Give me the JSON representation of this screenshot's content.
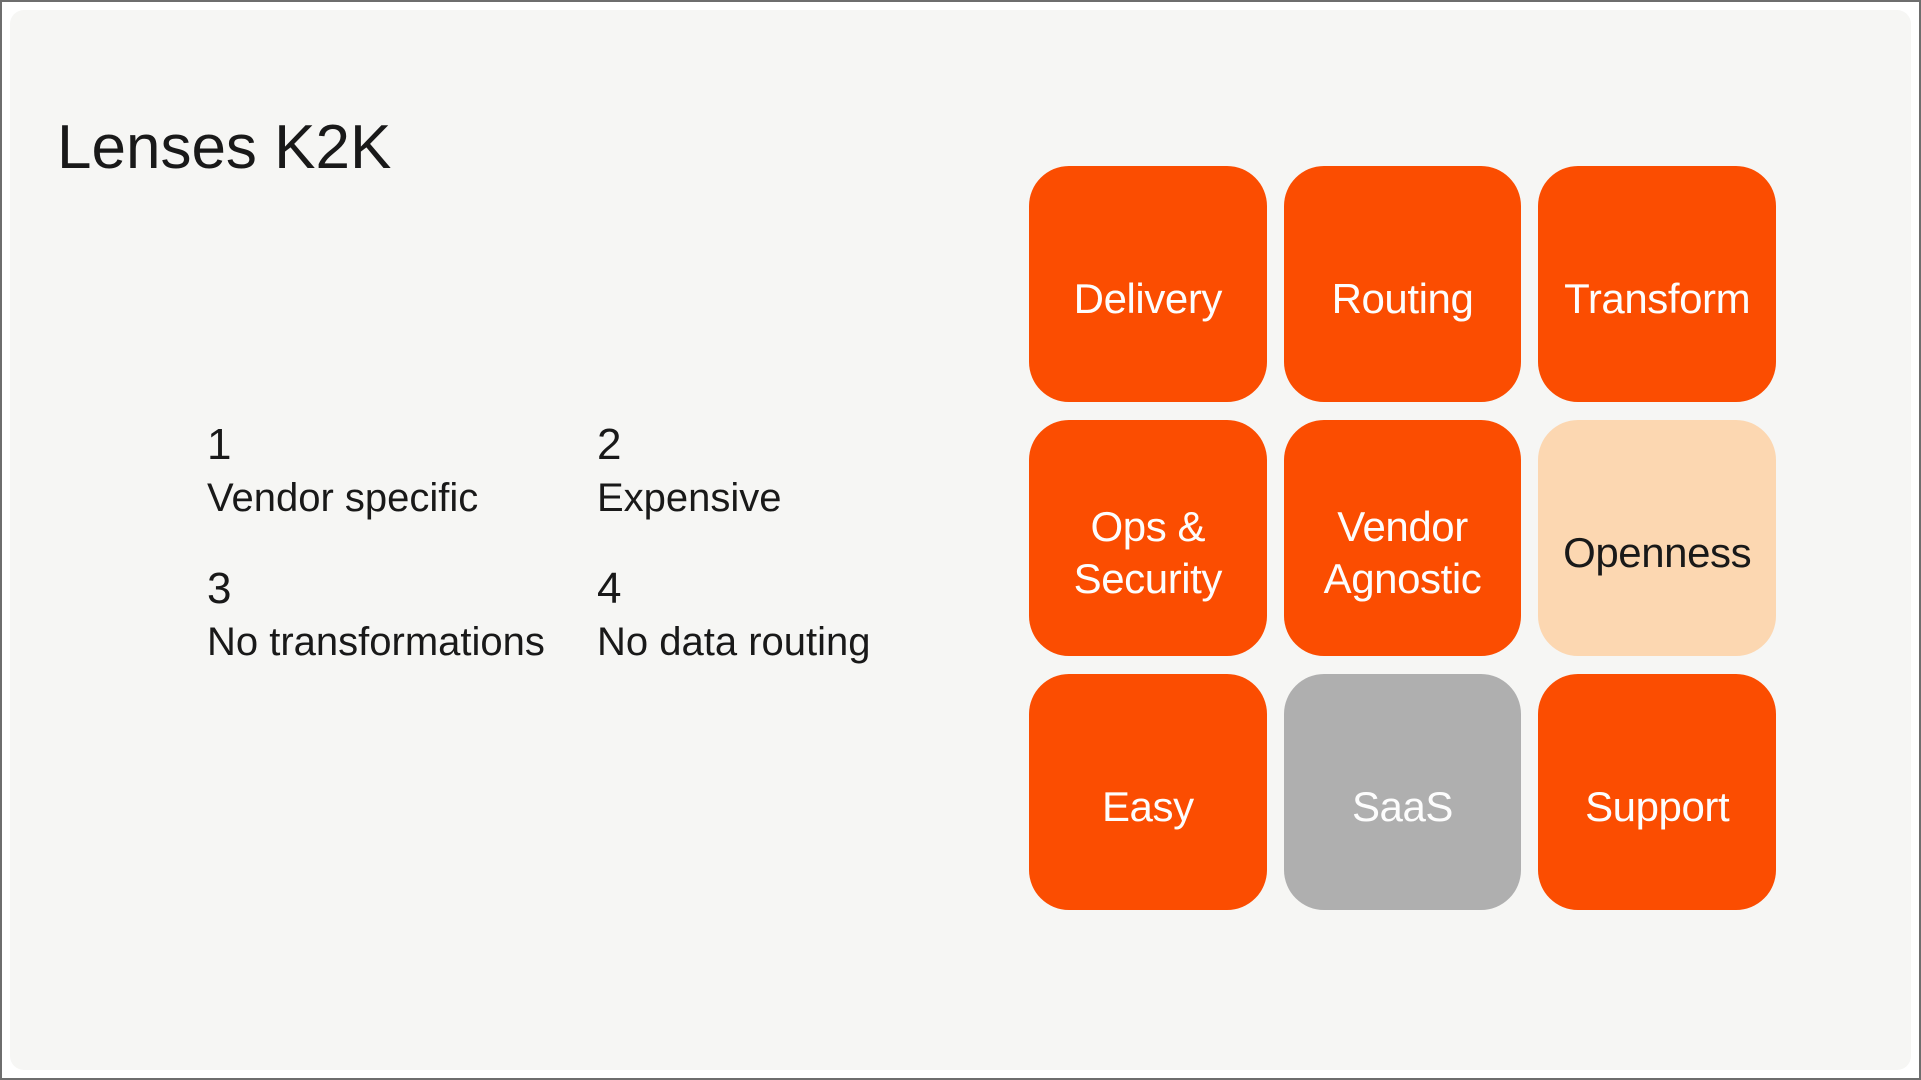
{
  "colors": {
    "canvas-bg": "#ffffff",
    "slide-bg": "#f6f6f4",
    "frame-border": "#6e6e6e",
    "orange": "#fb4d01",
    "peach": "#fcd7b1",
    "gray": "#afafaf",
    "ink": "#191919",
    "tile-text-light": "#fdfdfd"
  },
  "header": {
    "title": "Lenses K2K"
  },
  "pain_points": {
    "items": [
      {
        "number": "1",
        "label": "Vendor specific"
      },
      {
        "number": "2",
        "label": "Expensive"
      },
      {
        "number": "3",
        "label": "No transformations"
      },
      {
        "number": "4",
        "label": "No data routing"
      }
    ]
  },
  "feature_grid": {
    "tiles": [
      {
        "label": "Delivery",
        "variant": "orange"
      },
      {
        "label": "Routing",
        "variant": "orange"
      },
      {
        "label": "Transform",
        "variant": "orange"
      },
      {
        "label": "Ops & Security",
        "variant": "orange"
      },
      {
        "label": "Vendor Agnostic",
        "variant": "orange"
      },
      {
        "label": "Openness",
        "variant": "peach"
      },
      {
        "label": "Easy",
        "variant": "orange"
      },
      {
        "label": "SaaS",
        "variant": "gray"
      },
      {
        "label": "Support",
        "variant": "orange"
      }
    ]
  }
}
